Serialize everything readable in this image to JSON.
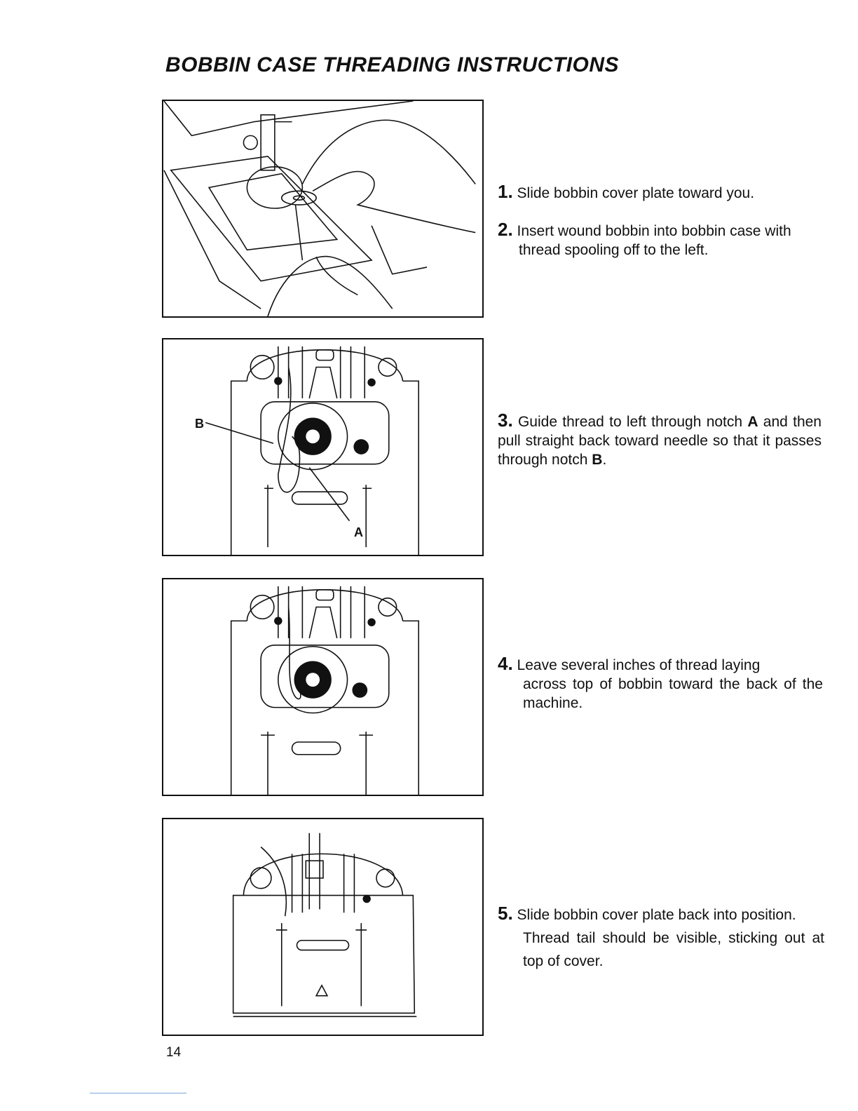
{
  "page": {
    "title": "BOBBIN CASE THREADING INSTRUCTIONS",
    "page_number": "14"
  },
  "steps": [
    {
      "num": "1.",
      "line1": "Slide bobbin cover plate toward you.",
      "rest": ""
    },
    {
      "num": "2.",
      "line1": "Insert wound bobbin into bobbin case with",
      "rest": "thread spooling off to the left."
    },
    {
      "num": "3.",
      "text_a": "Guide thread to left through notch ",
      "bold_a": "A",
      "text_b": " and then pull straight back toward needle so that it passes through notch ",
      "bold_b": "B",
      "text_c": "."
    },
    {
      "num": "4.",
      "line1": "Leave several inches of thread laying",
      "rest": "across top of bobbin toward the back of the machine."
    },
    {
      "num": "5.",
      "line1": "Slide bobbin cover plate back into position.",
      "rest": "Thread tail should be visible, sticking out at top of cover."
    }
  ],
  "figure_labels": {
    "notch_b": "B",
    "notch_a": "A"
  }
}
